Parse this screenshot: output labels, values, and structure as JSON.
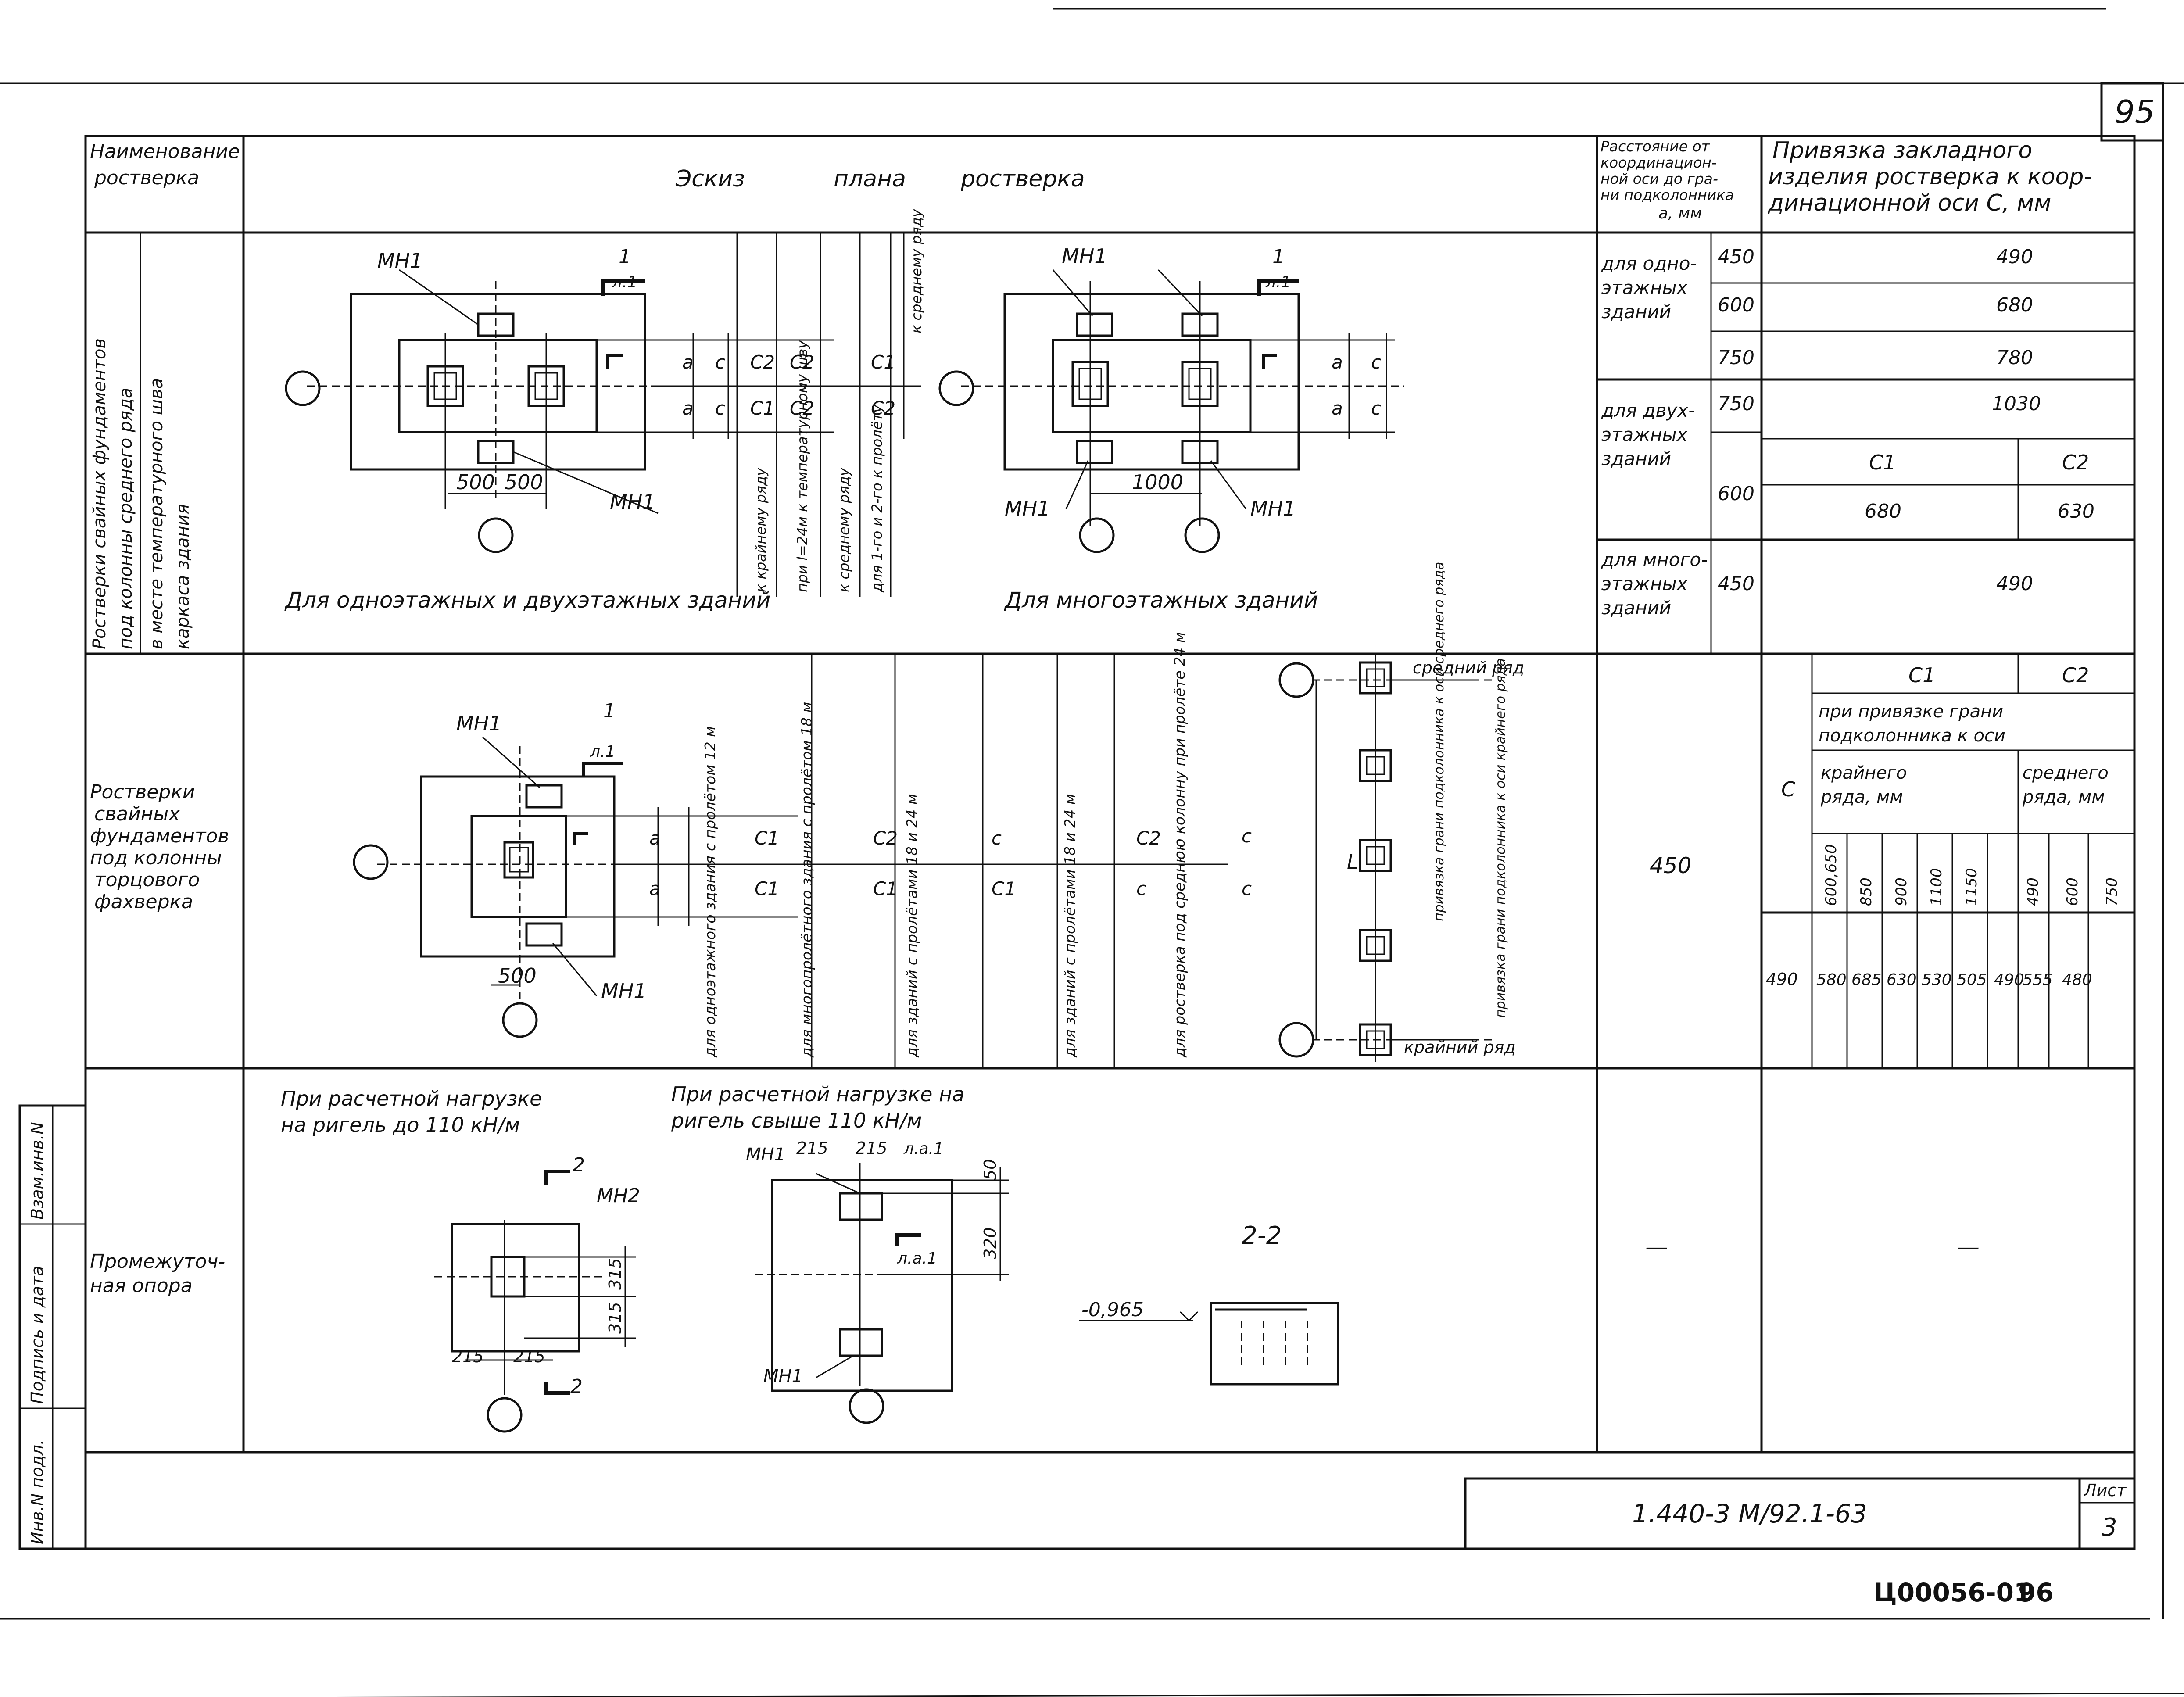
{
  "page_number_top": "95",
  "headers": {
    "name": [
      "Наименование",
      "ростверка"
    ],
    "sketch": [
      "Эскиз",
      "плана",
      "ростверка"
    ],
    "distance": [
      "Расстояние от",
      "координацион-",
      "ной оси до гра-",
      "ни подколонника",
      "a, мм"
    ],
    "binding": [
      "Привязка закладного",
      "изделия ростверка к коор-",
      "динационной оси С, мм"
    ]
  },
  "row1": {
    "name_vertical": [
      "Ростверки свайных фундаментов",
      "под колонны среднего ряда",
      "в месте температурного шва",
      "каркаса здания"
    ],
    "caption_left": "Для одноэтажных и двухэтажных зданий",
    "caption_right": "Для многоэтажных зданий",
    "labels": {
      "mh1": "МН1",
      "sec_num": "1",
      "sec_sheet": "л.1",
      "a": "a",
      "c": "c",
      "c1": "C1",
      "c2": "C2",
      "dim_500": "500",
      "dim_1000": "1000"
    },
    "legend_vertical": [
      "к крайнему ряду",
      "при l=24м к температурному шву",
      "к среднему ряду",
      "для 1-го и 2-го к пролёту",
      "к среднему ряду"
    ],
    "groups": [
      {
        "label": [
          "для одно-",
          "этажных",
          "зданий"
        ],
        "rows": [
          {
            "a": "450",
            "v": "490"
          },
          {
            "a": "600",
            "v": "680"
          },
          {
            "a": "750",
            "v": "780"
          }
        ]
      },
      {
        "label": [
          "для двух-",
          "этажных",
          "зданий"
        ],
        "rows": [
          {
            "a": "750",
            "v": "1030"
          },
          {
            "a": "600",
            "c1": "C1",
            "c2": "C2",
            "v1": "680",
            "v2": "630"
          }
        ]
      },
      {
        "label": [
          "для много-",
          "этажных",
          "зданий"
        ],
        "rows": [
          {
            "a": "450",
            "v": "490"
          }
        ]
      }
    ]
  },
  "row2": {
    "name": [
      "Ростверки",
      "свайных",
      "фундаментов",
      "под колонны",
      "торцового",
      "фахверка"
    ],
    "labels": {
      "mh1": "МН1",
      "sec_num": "1",
      "sec_sheet": "л.1",
      "a": "a",
      "c": "c",
      "c1": "C1",
      "c2": "C2",
      "dim_500": "500",
      "L": "L"
    },
    "legend_vertical": [
      "для одноэтажного здания с пролётом 12 м",
      "для многопролётного здания с пролётом 18 м",
      "для зданий с пролётами 18 и 24 м",
      "для зданий с пролётами 18 и 24 м",
      "для ростверка под среднюю колонну при пролёте 24 м"
    ],
    "bind_vertical": [
      "привязка грани подколонника к оси среднего ряда",
      "привязка грани подколонника к оси крайнего ряда"
    ],
    "right_labels": {
      "middle_row": "средний ряд",
      "edge_row": "крайний ряд"
    },
    "distance": "450",
    "binding": {
      "c_label": "C",
      "c1": "C1",
      "c2": "C2",
      "condition": [
        "при привязке грани",
        "подколонника к оси"
      ],
      "edge_row": [
        "крайнего",
        "ряда, мм"
      ],
      "mid_row": [
        "среднего",
        "ряда, мм"
      ],
      "headers": [
        "600,650",
        "850",
        "900",
        "1100",
        "1150",
        "490",
        "600",
        "750"
      ],
      "c_value": "490",
      "values": [
        "580",
        "685",
        "630",
        "530",
        "505",
        "490",
        "555",
        "480"
      ]
    }
  },
  "row3": {
    "name": [
      "Промежуточ-",
      "ная опора"
    ],
    "text_left": [
      "При расчетной нагрузке",
      "на ригель до 110 кН/м"
    ],
    "text_right": [
      "При расчетной нагрузке на",
      "ригель свыше 110 кН/м"
    ],
    "labels": {
      "mh1": "МН1",
      "mh2": "МН2",
      "sec2": "2",
      "sec_sheet": "л.а.1",
      "d215": "215",
      "d315": "315",
      "d50": "50",
      "d320": "320",
      "sec22": "2-2",
      "elev": "-0,965"
    },
    "dash": "—"
  },
  "stamp": {
    "code": "1.440-3 М/92.1-63",
    "sheet_label": "Лист",
    "sheet_no": "3",
    "side_labels": [
      "Инв.N подл.",
      "Подпись и дата",
      "Взам.инв.N"
    ]
  },
  "footer": {
    "archive": "Ц00056-01",
    "page": "96"
  }
}
